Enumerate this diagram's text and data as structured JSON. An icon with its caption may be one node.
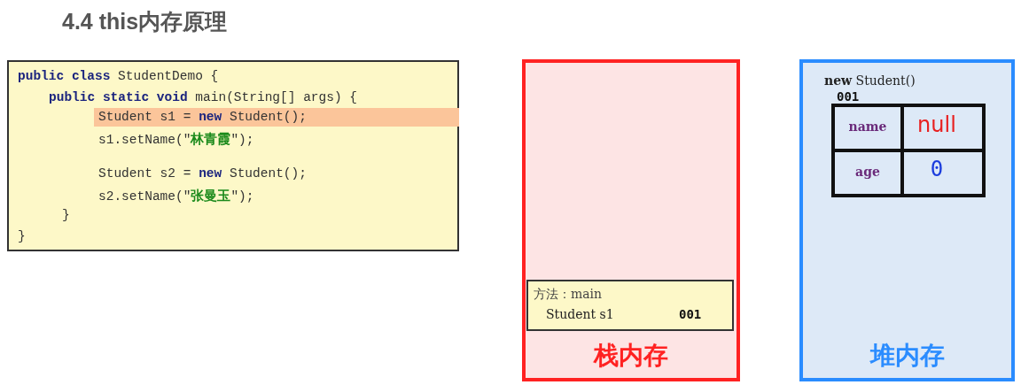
{
  "diagram": {
    "title": "4.4 this内存原理",
    "nodes": [
      {
        "text": [
          "**public class** StudentDemo {",
          "**public static void** main(String[] args) {",
          "Student s1 = **new** Student();",
          "s1.setName(\"*林青霞*\");",
          "Student s2 = **new** Student();",
          "s2.setName(\"*张曼玉*\");",
          "}",
          "}"
        ]
      },
      {
        "text": [
          "栈内存"
        ]
      },
      {
        "text": [
          "方法：main",
          "Student s1",
          "001"
        ],
        "in": 1
      },
      {
        "text": [
          "堆内存"
        ]
      },
      {
        "text": [
          "**new** Student()",
          "001",
          "name",
          "null",
          "age",
          "0"
        ],
        "in": 3
      }
    ]
  }
}
